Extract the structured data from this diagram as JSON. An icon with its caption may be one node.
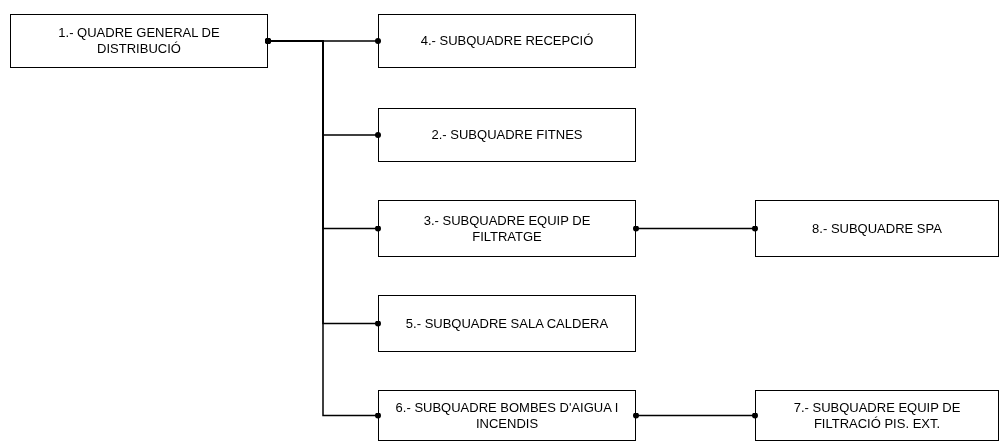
{
  "diagram": {
    "nodes": [
      {
        "text": [
          "1.- QUADRE GENERAL DE DISTRIBUCIÓ"
        ]
      },
      {
        "text": [
          "4.- SUBQUADRE RECEPCIÓ"
        ]
      },
      {
        "text": [
          "2.- SUBQUADRE FITNES"
        ]
      },
      {
        "text": [
          "3.- SUBQUADRE EQUIP DE FILTRATGE"
        ]
      },
      {
        "text": [
          "8.- SUBQUADRE SPA"
        ]
      },
      {
        "text": [
          "5.- SUBQUADRE SALA CALDERA"
        ]
      },
      {
        "text": [
          "6.- SUBQUADRE BOMBES D'AIGUA I INCENDIS"
        ]
      },
      {
        "text": [
          "7.- SUBQUADRE EQUIP DE FILTRACIÓ PIS. EXT."
        ]
      }
    ],
    "edges": [
      {
        "from": 0,
        "to": 1,
        "arrow": "other"
      },
      {
        "from": 0,
        "to": 2,
        "arrow": "other"
      },
      {
        "from": 0,
        "to": 3,
        "arrow": "other"
      },
      {
        "from": 0,
        "to": 5,
        "arrow": "other"
      },
      {
        "from": 0,
        "to": 6,
        "arrow": "other"
      },
      {
        "from": 3,
        "to": 4,
        "arrow": "other"
      },
      {
        "from": 6,
        "to": 7,
        "arrow": "other"
      }
    ]
  }
}
